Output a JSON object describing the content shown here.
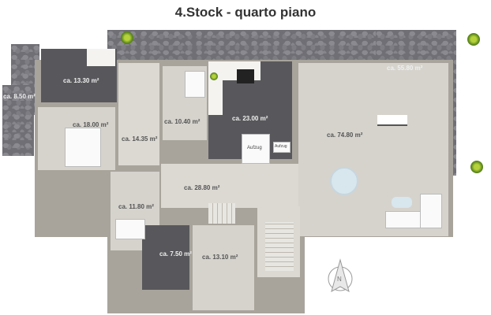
{
  "title": "4.Stock - quarto piano",
  "rooms": [
    {
      "id": "terrace-large",
      "label": "ca. 55.80 m²"
    },
    {
      "id": "terrace-small",
      "label": "ca. 8.50 m²"
    },
    {
      "id": "bath-1",
      "label": "ca. 13.30 m²"
    },
    {
      "id": "bedroom-1",
      "label": "ca. 18.00 m²"
    },
    {
      "id": "room-14",
      "label": "ca. 14.35 m²"
    },
    {
      "id": "room-10",
      "label": "ca. 10.40 m²"
    },
    {
      "id": "kitchen",
      "label": "ca. 23.00 m²"
    },
    {
      "id": "living",
      "label": "ca. 74.80 m²"
    },
    {
      "id": "hall",
      "label": "ca. 28.80 m²"
    },
    {
      "id": "bedroom-2",
      "label": "ca. 11.80 m²"
    },
    {
      "id": "bath-2",
      "label": "ca. 7.50 m²"
    },
    {
      "id": "room-13",
      "label": "ca. 13.10 m²"
    }
  ],
  "elevator": {
    "main_label": "Aufzug",
    "small_label": "Aufzug"
  },
  "compass": {
    "label": "N"
  }
}
